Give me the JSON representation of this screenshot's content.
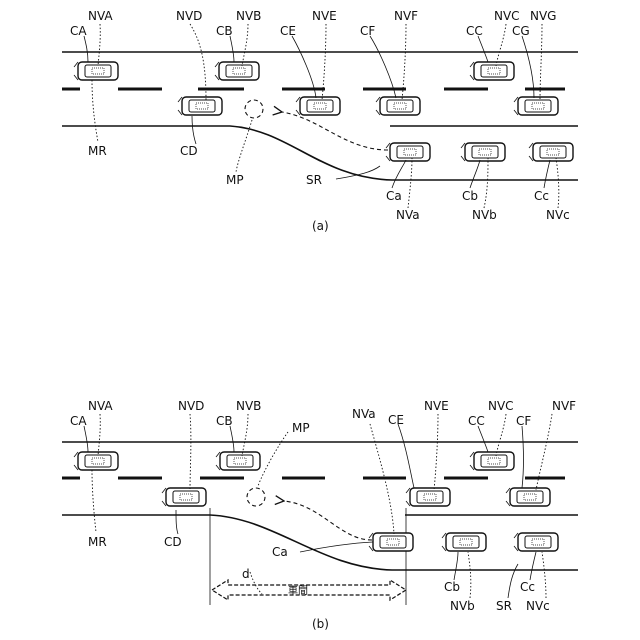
{
  "panel_a": {
    "caption": "(a)",
    "labels": {
      "NVA": "NVA",
      "NVD": "NVD",
      "NVB": "NVB",
      "NVE": "NVE",
      "NVF": "NVF",
      "NVC": "NVC",
      "NVG": "NVG",
      "CA": "CA",
      "CB": "CB",
      "CE": "CE",
      "CF": "CF",
      "CC": "CC",
      "CG": "CG",
      "MR": "MR",
      "CD": "CD",
      "MP": "MP",
      "SR": "SR",
      "Ca": "Ca",
      "Cb": "Cb",
      "Cc": "Cc",
      "NVa": "NVa",
      "NVb": "NVb",
      "NVc": "NVc"
    }
  },
  "panel_b": {
    "caption": "(b)",
    "labels": {
      "NVA": "NVA",
      "NVD": "NVD",
      "NVB": "NVB",
      "MP": "MP",
      "NVa": "NVa",
      "CE": "CE",
      "NVE": "NVE",
      "NVC": "NVC",
      "NVF": "NVF",
      "CA": "CA",
      "CB": "CB",
      "CC": "CC",
      "CF": "CF",
      "MR": "MR",
      "CD": "CD",
      "Ca": "Ca",
      "d": "d",
      "zone": "車間",
      "Cb": "Cb",
      "SR": "SR",
      "Cc": "Cc",
      "NVb": "NVb",
      "NVc": "NVc"
    }
  }
}
